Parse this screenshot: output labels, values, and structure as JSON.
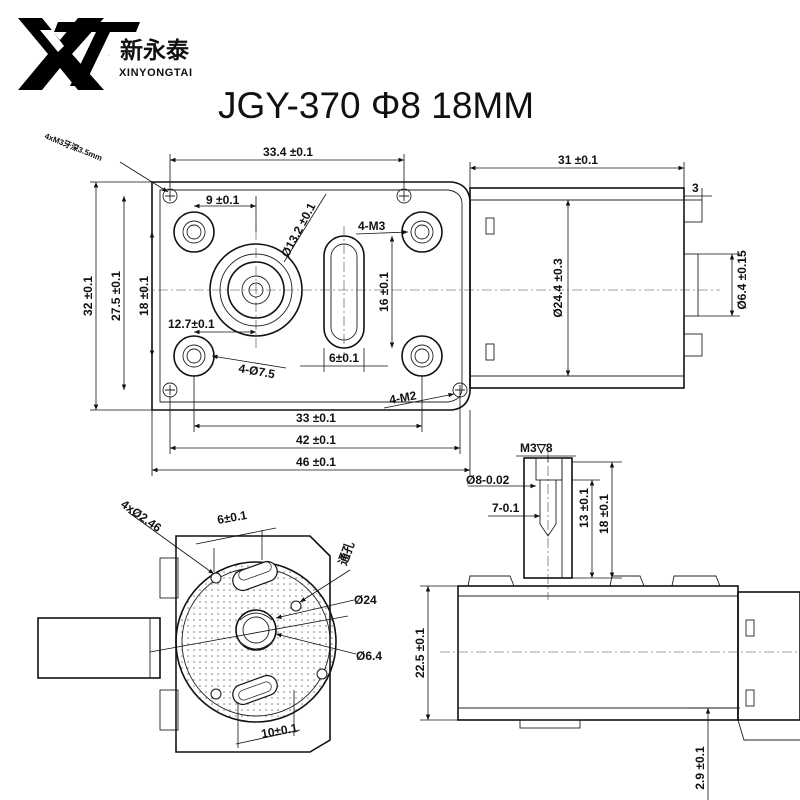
{
  "brand": {
    "logo_text": "XYT",
    "name_cn": "新永泰",
    "name_en": "XINYONGTAI"
  },
  "title": "JGY-370 Φ8 18MM",
  "front_view": {
    "top_width": "33.4 ±0.1",
    "note": "4xM3牙深3.5mm",
    "hole_offset": "9 ±0.1",
    "shaft_dia": "Ø13.2 ±0.1",
    "thread_label": "4-M3",
    "height_total": "32 ±0.1",
    "height_mid": "27.5 ±0.1",
    "height_inner": "18 ±0.1",
    "slot_length": "16 ±0.1",
    "hole_left_offset": "12.7±0.1",
    "slot_width": "6±0.1",
    "hole_dia": "4-Ø7.5",
    "mount_label": "4-M2",
    "width_33": "33 ±0.1",
    "width_42": "42 ±0.1",
    "width_46": "46 ±0.1",
    "motor_length": "31 ±0.1",
    "terminal_3": "3",
    "motor_dia": "Ø24.4 ±0.3",
    "boss_dia": "Ø6.4 ±0.15"
  },
  "shaft_detail": {
    "thread": "M3▽8",
    "flat_width": "Ø8-0.02",
    "flat_depth": "7-0.1",
    "length_13": "13 ±0.1",
    "length_18": "18 ±0.1"
  },
  "side_view": {
    "height": "22.5 ±0.1",
    "bottom_gap": "2.9 ±0.1"
  },
  "back_view": {
    "holes": "4xØ2.46",
    "slot_width": "6±0.1",
    "through_hole": "通孔",
    "plate_dia": "Ø24",
    "center_dia": "Ø6.4",
    "slot_length": "10±0.1"
  }
}
